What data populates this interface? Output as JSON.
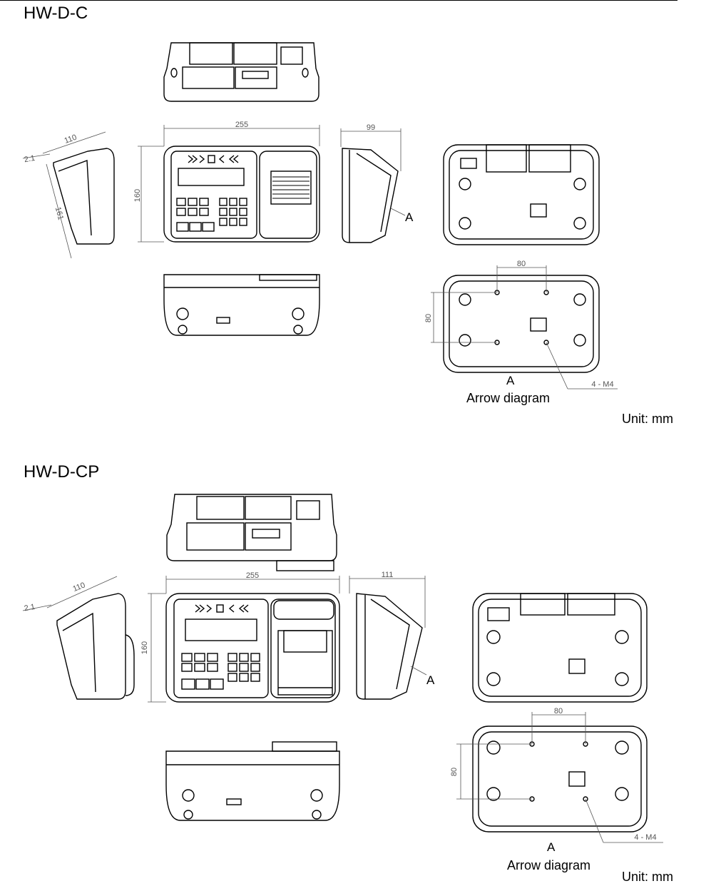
{
  "sections": [
    {
      "title": "HW-D-C",
      "dims": {
        "width": "255",
        "height": "160",
        "depth": "99",
        "side_depth": "110",
        "side_offset": "2.1",
        "side_diag": "161",
        "hole_pitch_x": "80",
        "hole_pitch_y": "80",
        "screws": "4 - M4",
        "arrow_label": "A"
      },
      "arrow_caption": "Arrow diagram",
      "unit": "Unit: mm"
    },
    {
      "title": "HW-D-CP",
      "dims": {
        "width": "255",
        "height": "160",
        "depth": "111",
        "side_depth": "110",
        "side_offset": "2.1",
        "hole_pitch_x": "80",
        "hole_pitch_y": "80",
        "screws": "4 - M4",
        "arrow_label": "A"
      },
      "arrow_caption": "Arrow diagram",
      "unit": "Unit: mm"
    }
  ]
}
